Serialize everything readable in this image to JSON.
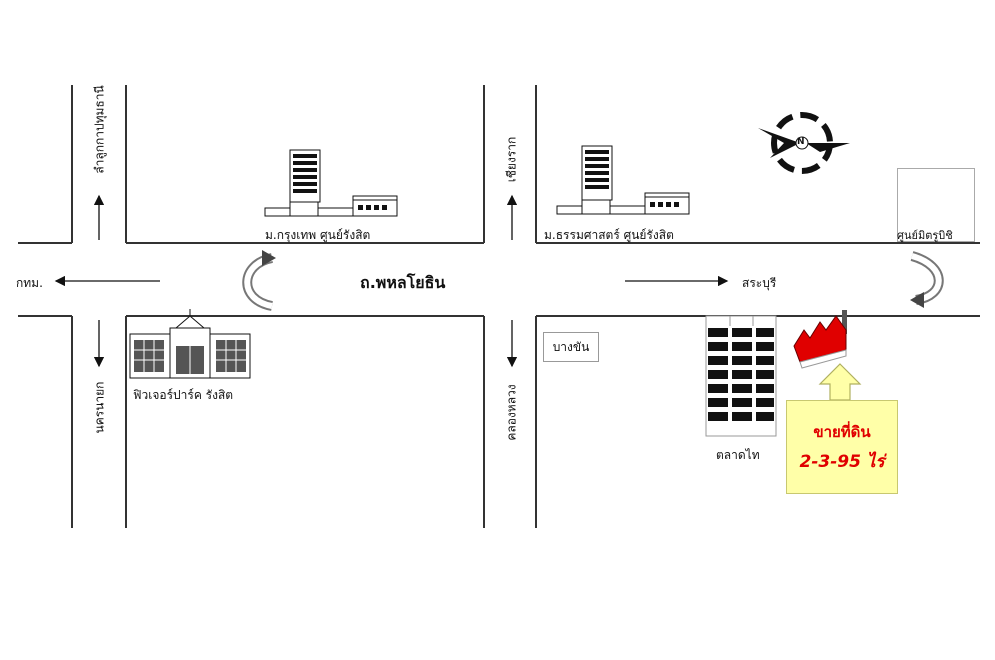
{
  "map": {
    "main_road": "ถ.พหลโยธิน",
    "roads": {
      "to_bangkok": "กทม.",
      "to_saraburi": "สระบุรี",
      "top_left": "ลำลูกกาปทุมธานี",
      "bottom_left": "นครนายก",
      "top_right": "เชียงราก",
      "bottom_right": "คลองหลวง"
    },
    "landmarks": {
      "bangkok_univ": "ม.กรุงเทพ ศูนย์รังสิต",
      "thammasat": "ม.ธรรมศาสตร์ ศูนย์รังสิต",
      "future_park": "ฟิวเจอร์ปาร์ค รังสิต",
      "mitsubishi": "ศูนย์มิตรูบิชิ",
      "bang_khan": "บางขัน",
      "talad_thai": "ตลาดไท"
    },
    "compass": "N",
    "sale": {
      "title": "ขายที่ดิน",
      "size": "2-3-95 ไร่"
    },
    "colors": {
      "sale_box": "#ffffa8",
      "sale_text": "#e00000",
      "factory": "#e00000"
    }
  }
}
